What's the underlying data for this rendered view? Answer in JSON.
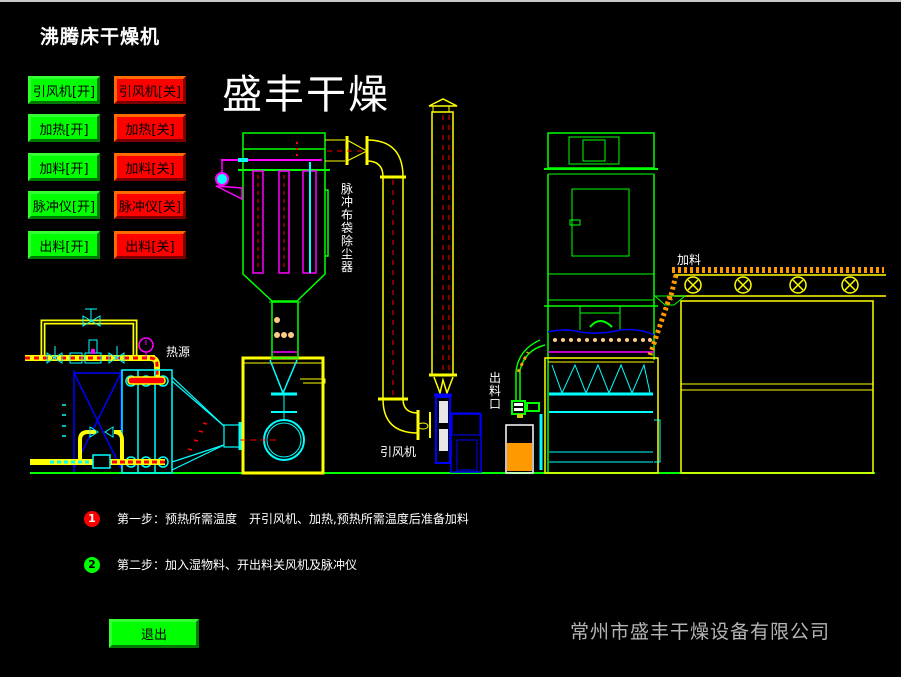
{
  "app_title": "沸腾床干燥机",
  "brand_title": "盛丰干燥",
  "controls": [
    {
      "name": "fan",
      "on_label": "引风机[开]",
      "off_label": "引风机[关]"
    },
    {
      "name": "heat",
      "on_label": "加热[开]",
      "off_label": "加热[关]"
    },
    {
      "name": "feed",
      "on_label": "加料[开]",
      "off_label": "加料[关]"
    },
    {
      "name": "pulse",
      "on_label": "脉冲仪[开]",
      "off_label": "脉冲仪[关]"
    },
    {
      "name": "discharge",
      "on_label": "出料[开]",
      "off_label": "出料[关]"
    }
  ],
  "diagram_labels": {
    "heat_source": "热源",
    "bag_filter": "脉冲布袋除尘器",
    "induced_fan": "引风机",
    "discharge_port": "出料口",
    "feed": "加料"
  },
  "steps": [
    {
      "number": "1",
      "text": "第一步：预热所需温度　开引风机、加热,预热所需温度后准备加料"
    },
    {
      "number": "2",
      "text": "第二步：加入湿物料、开出料关风机及脉冲仪"
    }
  ],
  "exit_label": "退出",
  "company": "常州市盛丰干燥设备有限公司",
  "colors": {
    "on": "#00ff00",
    "off": "#ff0000",
    "pipe": "#ffff00",
    "frame": "#00ff00",
    "duct": "#00ffff",
    "flow": "#ff0000",
    "material": "#ff9900"
  }
}
